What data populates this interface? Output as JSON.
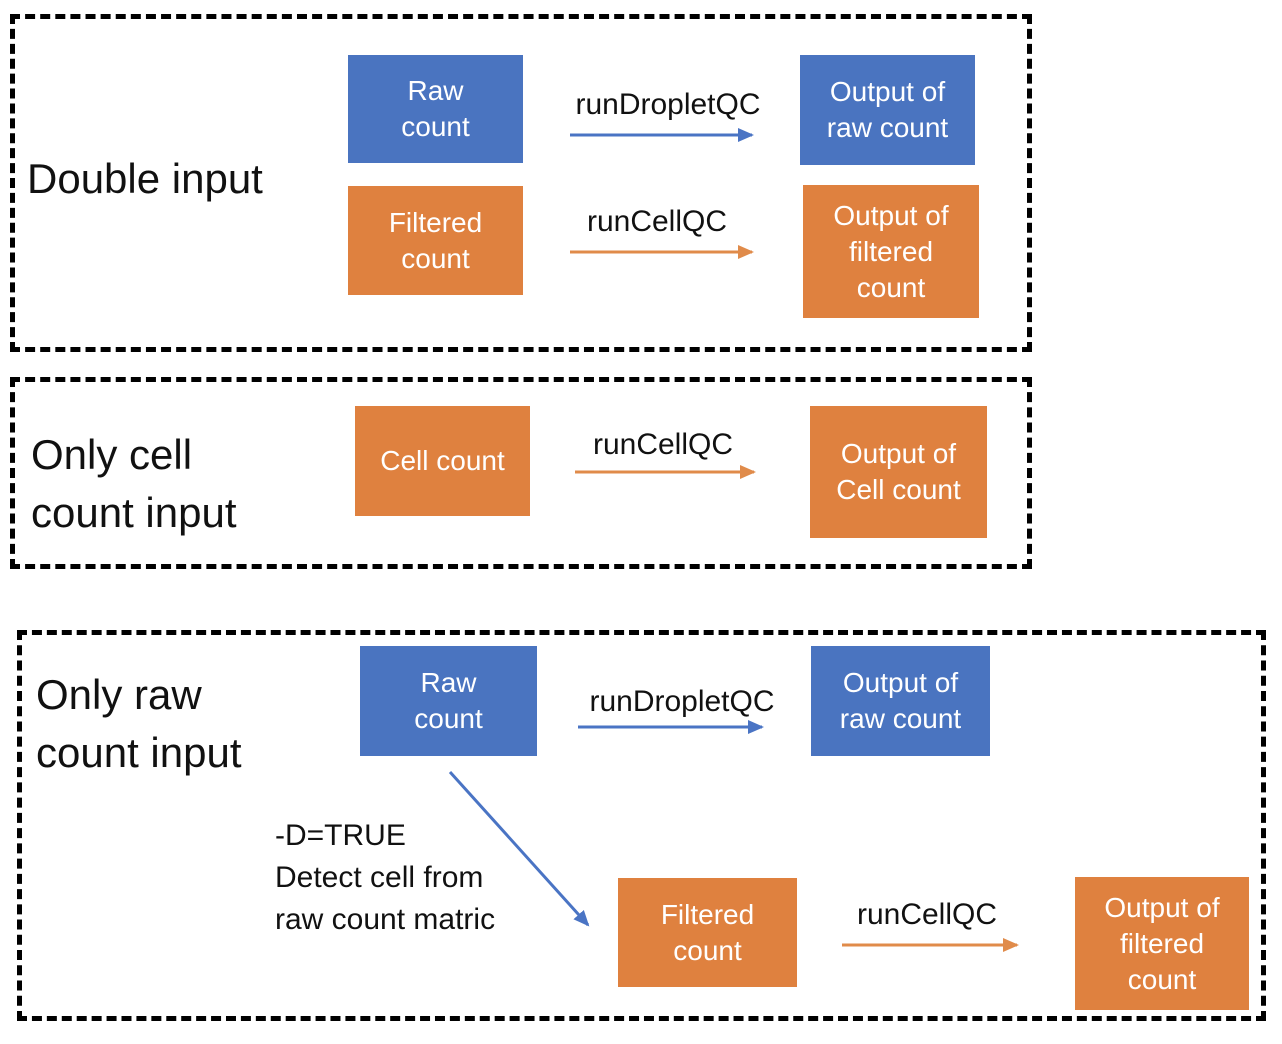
{
  "colors": {
    "box_blue": "#4a74c0",
    "box_orange": "#df813f",
    "arrow_blue": "#4a74c4",
    "arrow_orange": "#e08b4a",
    "dashed_border": "#000000",
    "box_text": "#ffffff",
    "label_text": "#111111"
  },
  "sections": {
    "double_input": {
      "title": "Double input",
      "raw_count_label": "Raw\ncount",
      "run_droplet_qc_label": "runDropletQC",
      "output_raw_label": "Output of\nraw count",
      "filtered_count_label": "Filtered\ncount",
      "run_cell_qc_label": "runCellQC",
      "output_filtered_label": "Output of\nfiltered\ncount"
    },
    "only_cell_count": {
      "title": "Only cell\ncount input",
      "cell_count_label": "Cell count",
      "run_cell_qc_label": "runCellQC",
      "output_cell_label": "Output of\nCell count"
    },
    "only_raw_count": {
      "title": "Only raw\ncount input",
      "raw_count_label": "Raw\ncount",
      "run_droplet_qc_label": "runDropletQC",
      "output_raw_label": "Output of\nraw count",
      "detect_note": "-D=TRUE\nDetect cell from\nraw count matric",
      "filtered_count_label": "Filtered\ncount",
      "run_cell_qc_label": "runCellQC",
      "output_filtered_label": "Output of\nfiltered\ncount"
    }
  }
}
